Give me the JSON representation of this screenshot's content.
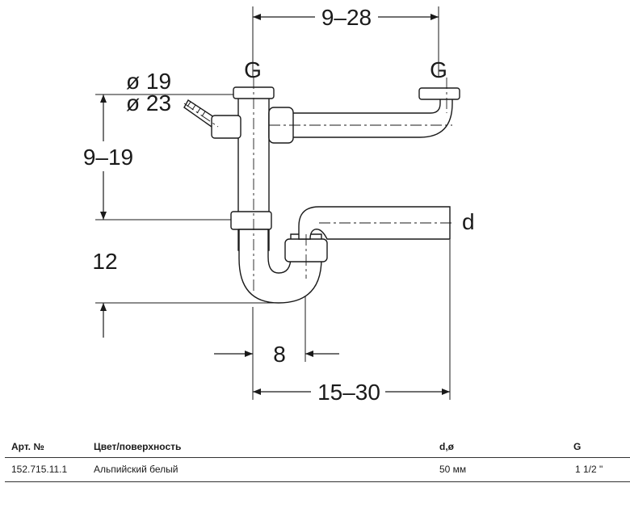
{
  "drawing": {
    "labels": {
      "top_width": "9–28",
      "g_left": "G",
      "g_right": "G",
      "dia_small": "ø 19",
      "dia_large": "ø 23",
      "height_upper": "9–19",
      "height_lower": "12",
      "outlet": "d",
      "offset": "8",
      "bottom_width": "15–30"
    },
    "colors": {
      "line": "#1a1a1a",
      "fill": "#ffffff"
    }
  },
  "table": {
    "headers": {
      "article": "Арт. №",
      "color": "Цвет/поверхность",
      "diameter": "d,ø",
      "thread": "G"
    },
    "rows": [
      {
        "article": "152.715.11.1",
        "color": "Альпийский белый",
        "diameter": "50 мм",
        "thread": "1 1/2 \""
      }
    ]
  }
}
